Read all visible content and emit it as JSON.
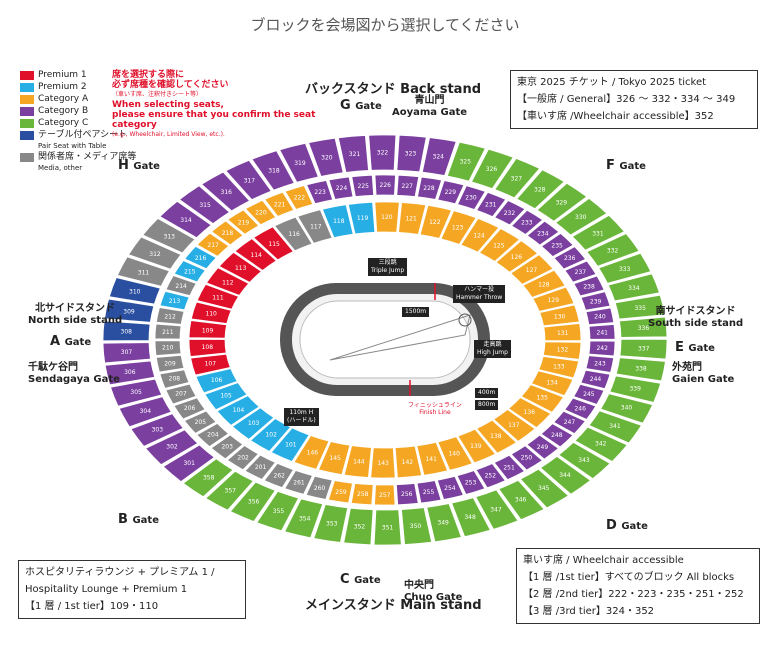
{
  "heading": "ブロックを会場図から選択してください",
  "colors": {
    "premium1": "#e0102b",
    "premium2": "#27aee5",
    "categoryA": "#f5a623",
    "categoryB": "#7b3fa0",
    "categoryC": "#6ab63a",
    "tableSeat": "#2a4fa0",
    "media": "#888888"
  },
  "legend": [
    {
      "label": "Premium 1",
      "color": "#e0102b",
      "sub": ""
    },
    {
      "label": "Premium 2",
      "color": "#27aee5",
      "sub": ""
    },
    {
      "label": "Category A",
      "color": "#f5a623",
      "sub": ""
    },
    {
      "label": "Category B",
      "color": "#7b3fa0",
      "sub": ""
    },
    {
      "label": "Category C",
      "color": "#6ab63a",
      "sub": ""
    },
    {
      "label": "テーブル付ペアシート",
      "color": "#2a4fa0",
      "sub": "Pair Seat with Table"
    },
    {
      "label": "関係者席・メディア席等",
      "color": "#888888",
      "sub": "Media, other"
    }
  ],
  "note": {
    "jp1": "席を選択する際に",
    "jp2": "必ず席種を確認してください",
    "jp_small": "（車いす席、注釈付きシート等）",
    "en1": "When selecting seats,",
    "en2": "please ensure that you confirm the seat category",
    "en_small": "(e.g., Wheelchair, Limited View, etc.)."
  },
  "ticket_box": {
    "title": "東京 2025 チケット / Tokyo 2025 ticket",
    "general": "【一般席 / General】326 ～ 332・334 ～ 349",
    "wheelchair": "【車いす席 /Wheelchair accessible】352"
  },
  "hospitality_box": {
    "line1": "ホスピタリティラウンジ + プレミアム 1 /",
    "line2": "Hospitality Lounge + Premium 1",
    "line3": "【1 層 / 1st tier】109・110"
  },
  "wheelchair_box": {
    "title": "車いす席 / Wheelchair accessible",
    "tier1": "【1 層 /1st tier】すべてのブロック All blocks",
    "tier2": "【2 層 /2nd tier】222・223・235・251・252",
    "tier3": "【3 層 /3rd tier】324・352"
  },
  "gates": {
    "G": "G",
    "F": "F",
    "H": "H",
    "A": "A",
    "E": "E",
    "B": "B",
    "C": "C",
    "D": "D",
    "gate_word": "Gate"
  },
  "stands": {
    "back_jp": "バックスタンド",
    "back_en": "Back stand",
    "aoyama_jp": "青山門",
    "aoyama_en": "Aoyama Gate",
    "north_jp": "北サイドスタンド",
    "north_en": "North side stand",
    "sendagaya_jp": "千駄ケ谷門",
    "sendagaya_en": "Sendagaya Gate",
    "south_jp": "南サイドスタンド",
    "south_en": "South side stand",
    "gaien_jp": "外苑門",
    "gaien_en": "Gaien Gate",
    "main_jp": "メインスタンド",
    "main_en": "Main stand",
    "chuo_jp": "中央門",
    "chuo_en": "Chuo Gate"
  },
  "field": {
    "triple_jp": "三段跳",
    "triple_en": "Triple Jump",
    "hammer_jp": "ハンマー投",
    "hammer_en": "Hammer Throw",
    "m1500": "1500m",
    "high_jp": "走高跳",
    "high_en": "High Jump",
    "m400": "400m",
    "m800": "800m",
    "m110_en": "110m H",
    "m110_jp": "(ハードル)",
    "finish_jp": "フィニッシュライン",
    "finish_en": "Finish Line"
  },
  "blocks": {
    "tier1": [
      {
        "no": "101",
        "cat": "premium2"
      },
      {
        "no": "102",
        "cat": "premium2"
      },
      {
        "no": "103",
        "cat": "premium2"
      },
      {
        "no": "104",
        "cat": "premium2"
      },
      {
        "no": "105",
        "cat": "premium2"
      },
      {
        "no": "106",
        "cat": "premium2"
      },
      {
        "no": "107",
        "cat": "premium1"
      },
      {
        "no": "108",
        "cat": "premium1"
      },
      {
        "no": "109",
        "cat": "premium1"
      },
      {
        "no": "110",
        "cat": "premium1"
      },
      {
        "no": "111",
        "cat": "premium1"
      },
      {
        "no": "112",
        "cat": "premium1"
      },
      {
        "no": "113",
        "cat": "premium1"
      },
      {
        "no": "114",
        "cat": "premium1"
      },
      {
        "no": "115",
        "cat": "premium1"
      },
      {
        "no": "116",
        "cat": "media"
      },
      {
        "no": "117",
        "cat": "media"
      },
      {
        "no": "118",
        "cat": "premium2"
      },
      {
        "no": "119",
        "cat": "premium2"
      },
      {
        "no": "120",
        "cat": "categoryA"
      },
      {
        "no": "121",
        "cat": "categoryA"
      },
      {
        "no": "122",
        "cat": "categoryA"
      },
      {
        "no": "123",
        "cat": "categoryA"
      },
      {
        "no": "124",
        "cat": "categoryA"
      },
      {
        "no": "125",
        "cat": "categoryA"
      },
      {
        "no": "126",
        "cat": "categoryA"
      },
      {
        "no": "127",
        "cat": "categoryA"
      },
      {
        "no": "128",
        "cat": "categoryA"
      },
      {
        "no": "129",
        "cat": "categoryA"
      },
      {
        "no": "130",
        "cat": "categoryA"
      },
      {
        "no": "131",
        "cat": "categoryA"
      },
      {
        "no": "132",
        "cat": "categoryA"
      },
      {
        "no": "133",
        "cat": "categoryA"
      },
      {
        "no": "134",
        "cat": "categoryA"
      },
      {
        "no": "135",
        "cat": "categoryA"
      },
      {
        "no": "136",
        "cat": "categoryA"
      },
      {
        "no": "137",
        "cat": "categoryA"
      },
      {
        "no": "138",
        "cat": "categoryA"
      },
      {
        "no": "139",
        "cat": "categoryA"
      },
      {
        "no": "140",
        "cat": "categoryA"
      },
      {
        "no": "141",
        "cat": "categoryA"
      },
      {
        "no": "142",
        "cat": "categoryA"
      },
      {
        "no": "143",
        "cat": "categoryA"
      },
      {
        "no": "144",
        "cat": "categoryA"
      },
      {
        "no": "145",
        "cat": "categoryA"
      },
      {
        "no": "146",
        "cat": "categoryA"
      }
    ],
    "tier2": [
      {
        "no": "201",
        "cat": "media"
      },
      {
        "no": "202",
        "cat": "media"
      },
      {
        "no": "203",
        "cat": "media"
      },
      {
        "no": "204",
        "cat": "media"
      },
      {
        "no": "205",
        "cat": "media"
      },
      {
        "no": "206",
        "cat": "media"
      },
      {
        "no": "207",
        "cat": "media"
      },
      {
        "no": "208",
        "cat": "media"
      },
      {
        "no": "209",
        "cat": "media"
      },
      {
        "no": "210",
        "cat": "media"
      },
      {
        "no": "211",
        "cat": "media"
      },
      {
        "no": "212",
        "cat": "media"
      },
      {
        "no": "213",
        "cat": "premium2"
      },
      {
        "no": "214",
        "cat": "media"
      },
      {
        "no": "215",
        "cat": "premium2"
      },
      {
        "no": "216",
        "cat": "premium2"
      },
      {
        "no": "217",
        "cat": "categoryA"
      },
      {
        "no": "218",
        "cat": "categoryA"
      },
      {
        "no": "219",
        "cat": "categoryA"
      },
      {
        "no": "220",
        "cat": "categoryA"
      },
      {
        "no": "221",
        "cat": "categoryA"
      },
      {
        "no": "222",
        "cat": "categoryA"
      },
      {
        "no": "223",
        "cat": "categoryB"
      },
      {
        "no": "224",
        "cat": "categoryB"
      },
      {
        "no": "225",
        "cat": "categoryB"
      },
      {
        "no": "226",
        "cat": "categoryB"
      },
      {
        "no": "227",
        "cat": "categoryB"
      },
      {
        "no": "228",
        "cat": "categoryB"
      },
      {
        "no": "229",
        "cat": "categoryB"
      },
      {
        "no": "230",
        "cat": "categoryB"
      },
      {
        "no": "231",
        "cat": "categoryB"
      },
      {
        "no": "232",
        "cat": "categoryB"
      },
      {
        "no": "233",
        "cat": "categoryB"
      },
      {
        "no": "234",
        "cat": "categoryB"
      },
      {
        "no": "235",
        "cat": "categoryB"
      },
      {
        "no": "236",
        "cat": "categoryB"
      },
      {
        "no": "237",
        "cat": "categoryB"
      },
      {
        "no": "238",
        "cat": "categoryB"
      },
      {
        "no": "239",
        "cat": "categoryB"
      },
      {
        "no": "240",
        "cat": "categoryB"
      },
      {
        "no": "241",
        "cat": "categoryB"
      },
      {
        "no": "242",
        "cat": "categoryB"
      },
      {
        "no": "243",
        "cat": "categoryB"
      },
      {
        "no": "244",
        "cat": "categoryB"
      },
      {
        "no": "245",
        "cat": "categoryB"
      },
      {
        "no": "246",
        "cat": "categoryB"
      },
      {
        "no": "247",
        "cat": "categoryB"
      },
      {
        "no": "248",
        "cat": "categoryB"
      },
      {
        "no": "249",
        "cat": "categoryB"
      },
      {
        "no": "250",
        "cat": "categoryB"
      },
      {
        "no": "251",
        "cat": "categoryB"
      },
      {
        "no": "252",
        "cat": "categoryB"
      },
      {
        "no": "253",
        "cat": "categoryB"
      },
      {
        "no": "254",
        "cat": "categoryB"
      },
      {
        "no": "255",
        "cat": "categoryB"
      },
      {
        "no": "256",
        "cat": "categoryB"
      },
      {
        "no": "257",
        "cat": "categoryA"
      },
      {
        "no": "258",
        "cat": "categoryA"
      },
      {
        "no": "259",
        "cat": "categoryA"
      },
      {
        "no": "260",
        "cat": "media"
      },
      {
        "no": "261",
        "cat": "media"
      },
      {
        "no": "262",
        "cat": "media"
      }
    ],
    "tier3": [
      {
        "no": "301",
        "cat": "categoryB"
      },
      {
        "no": "302",
        "cat": "categoryB"
      },
      {
        "no": "303",
        "cat": "categoryB"
      },
      {
        "no": "304",
        "cat": "categoryB"
      },
      {
        "no": "305",
        "cat": "categoryB"
      },
      {
        "no": "306",
        "cat": "categoryB"
      },
      {
        "no": "307",
        "cat": "categoryB"
      },
      {
        "no": "308",
        "cat": "tableSeat"
      },
      {
        "no": "309",
        "cat": "tableSeat"
      },
      {
        "no": "310",
        "cat": "tableSeat"
      },
      {
        "no": "311",
        "cat": "media"
      },
      {
        "no": "312",
        "cat": "media"
      },
      {
        "no": "313",
        "cat": "media"
      },
      {
        "no": "314",
        "cat": "categoryB"
      },
      {
        "no": "315",
        "cat": "categoryB"
      },
      {
        "no": "316",
        "cat": "categoryB"
      },
      {
        "no": "317",
        "cat": "categoryB"
      },
      {
        "no": "318",
        "cat": "categoryB"
      },
      {
        "no": "319",
        "cat": "categoryB"
      },
      {
        "no": "320",
        "cat": "categoryB"
      },
      {
        "no": "321",
        "cat": "categoryB"
      },
      {
        "no": "322",
        "cat": "categoryB"
      },
      {
        "no": "323",
        "cat": "categoryB"
      },
      {
        "no": "324",
        "cat": "categoryB"
      },
      {
        "no": "325",
        "cat": "categoryC"
      },
      {
        "no": "326",
        "cat": "categoryC"
      },
      {
        "no": "327",
        "cat": "categoryC"
      },
      {
        "no": "328",
        "cat": "categoryC"
      },
      {
        "no": "329",
        "cat": "categoryC"
      },
      {
        "no": "330",
        "cat": "categoryC"
      },
      {
        "no": "331",
        "cat": "categoryC"
      },
      {
        "no": "332",
        "cat": "categoryC"
      },
      {
        "no": "333",
        "cat": "categoryC"
      },
      {
        "no": "334",
        "cat": "categoryC"
      },
      {
        "no": "335",
        "cat": "categoryC"
      },
      {
        "no": "336",
        "cat": "categoryC"
      },
      {
        "no": "337",
        "cat": "categoryC"
      },
      {
        "no": "338",
        "cat": "categoryC"
      },
      {
        "no": "339",
        "cat": "categoryC"
      },
      {
        "no": "340",
        "cat": "categoryC"
      },
      {
        "no": "341",
        "cat": "categoryC"
      },
      {
        "no": "342",
        "cat": "categoryC"
      },
      {
        "no": "343",
        "cat": "categoryC"
      },
      {
        "no": "344",
        "cat": "categoryC"
      },
      {
        "no": "345",
        "cat": "categoryC"
      },
      {
        "no": "346",
        "cat": "categoryC"
      },
      {
        "no": "347",
        "cat": "categoryC"
      },
      {
        "no": "348",
        "cat": "categoryC"
      },
      {
        "no": "349",
        "cat": "categoryC"
      },
      {
        "no": "350",
        "cat": "categoryC"
      },
      {
        "no": "351",
        "cat": "categoryC"
      },
      {
        "no": "352",
        "cat": "categoryC"
      },
      {
        "no": "353",
        "cat": "categoryC"
      },
      {
        "no": "354",
        "cat": "categoryC"
      },
      {
        "no": "355",
        "cat": "categoryC"
      },
      {
        "no": "356",
        "cat": "categoryC"
      },
      {
        "no": "357",
        "cat": "categoryC"
      },
      {
        "no": "358",
        "cat": "categoryC"
      }
    ]
  }
}
